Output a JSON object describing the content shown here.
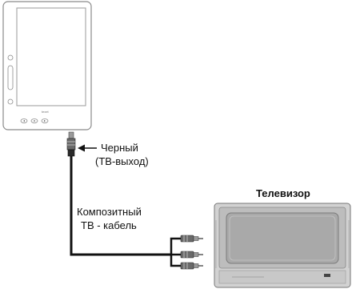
{
  "labels": {
    "black_connector_line1": "Черный",
    "black_connector_line2": "(ТВ-выход)",
    "cable_line1": "Композитный",
    "cable_line2": "ТВ - кабель",
    "tv_title": "Телевизор"
  },
  "device": {
    "brand": "texet"
  },
  "colors": {
    "cable": "#111111",
    "outline": "#8a8a8a",
    "tv_body": "#cfcfcf",
    "tv_screen": "#a9a9a9"
  }
}
